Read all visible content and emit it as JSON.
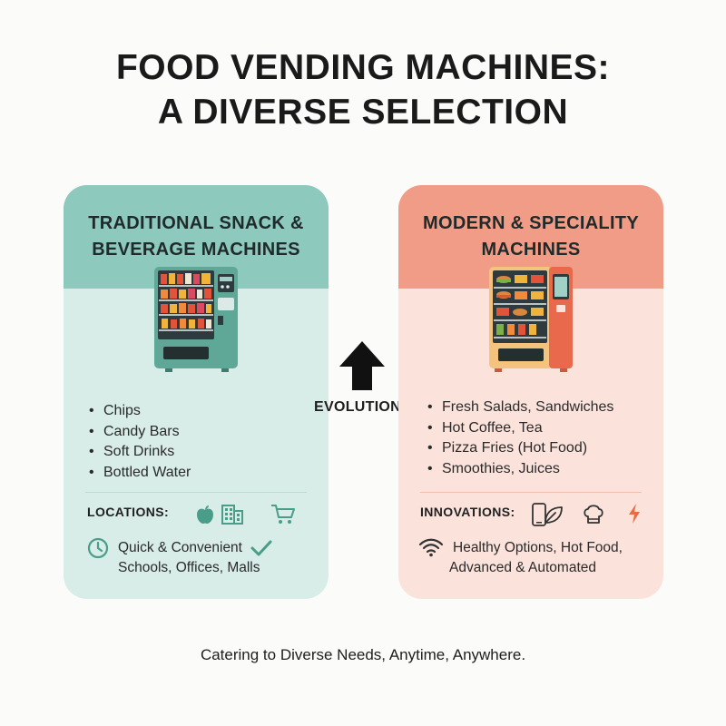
{
  "title": {
    "line1": "FOOD VENDING MACHINES:",
    "line2": "A DIVERSE SELECTION"
  },
  "traditional": {
    "heading_line1": "TRADITIONAL SNACK &",
    "heading_line2": "BEVERAGE MACHINES",
    "items": [
      "Chips",
      "Candy Bars",
      "Soft Drinks",
      "Bottled Water"
    ],
    "row_label": "LOCATIONS:",
    "icons": [
      "apple-icon",
      "building-icon",
      "shopping-cart-icon",
      "clock-icon",
      "checkmark-icon"
    ],
    "bottom_line1": "Quick & Convenient",
    "bottom_line2": "Schools, Offices, Malls"
  },
  "evolution_label": "EVOLUTION",
  "modern": {
    "heading_line1": "MODERN & SPECIALITY",
    "heading_line2": "MACHINES",
    "items": [
      "Fresh Salads, Sandwiches",
      "Hot Coffee, Tea",
      "Pizza Fries (Hot Food)",
      "Smoothies, Juices"
    ],
    "row_label": "INNOVATIONS:",
    "icons": [
      "smartphone-icon",
      "leaf-icon",
      "chef-hat-icon",
      "lightning-icon",
      "wifi-icon"
    ],
    "bottom_line1": "Healthy Options, Hot Food,",
    "bottom_line2": "Advanced & Automated"
  },
  "caption": "Catering to Diverse Needs, Anytime, Anywhere.",
  "colors": {
    "teal_header": "#8ec9be",
    "teal_body": "#d8ede8",
    "coral_header": "#f19c86",
    "coral_body": "#fbe3dc",
    "icon_green": "#4a9d88",
    "icon_orange": "#ea6a47"
  }
}
